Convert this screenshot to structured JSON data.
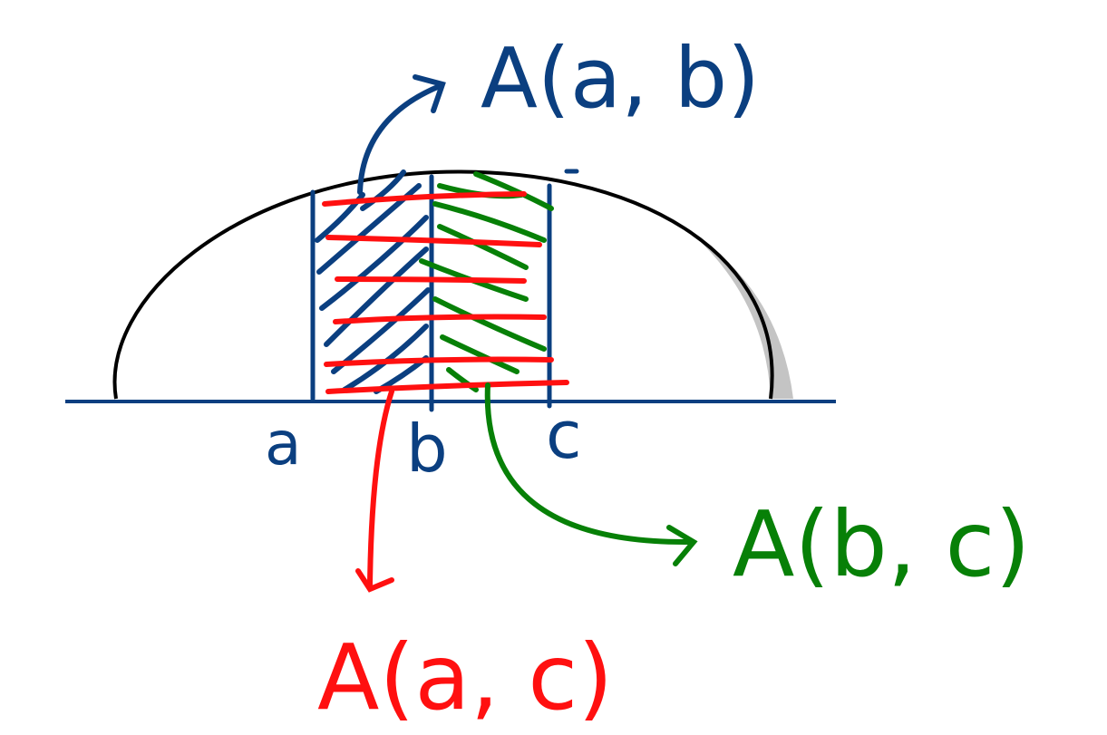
{
  "labels": {
    "area_ab": "A(a, b)",
    "area_bc": "A(b, c)",
    "area_ac": "A(a, c)",
    "point_a": "a",
    "point_b": "b",
    "point_c": "c"
  },
  "colors": {
    "blue": "#0b3f80",
    "green": "#078007",
    "red": "#ff1010",
    "black": "#000000",
    "shadow": "#c4c4c4"
  }
}
